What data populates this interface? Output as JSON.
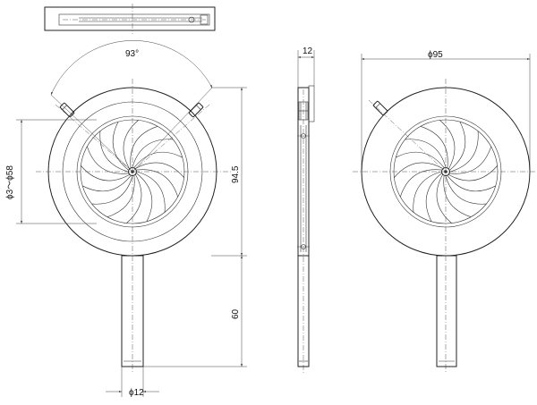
{
  "drawing": {
    "dimensions": {
      "angle": "93°",
      "front_aperture": "ϕ3～ϕ58",
      "height": "94.5",
      "handle_length": "60",
      "handle_diameter": "ϕ12",
      "thickness": "12",
      "outer_diameter": "ϕ95"
    },
    "blade_count": 16,
    "views": [
      "top-view",
      "front-view",
      "side-view",
      "rear-view"
    ]
  }
}
